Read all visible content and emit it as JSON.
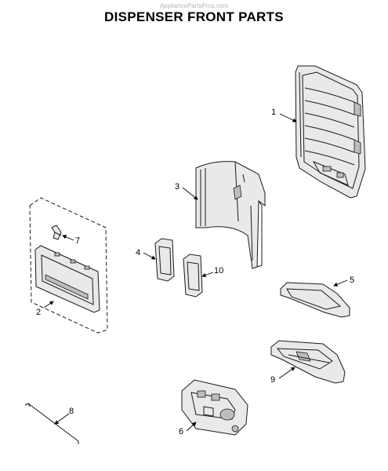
{
  "watermark": "AppliancePartsPros.com",
  "title": "DISPENSER FRONT PARTS",
  "callouts": {
    "c1": "1",
    "c2": "2",
    "c3": "3",
    "c4": "4",
    "c5": "5",
    "c6": "6",
    "c7": "7",
    "c8": "8",
    "c9": "9",
    "c10": "10"
  }
}
